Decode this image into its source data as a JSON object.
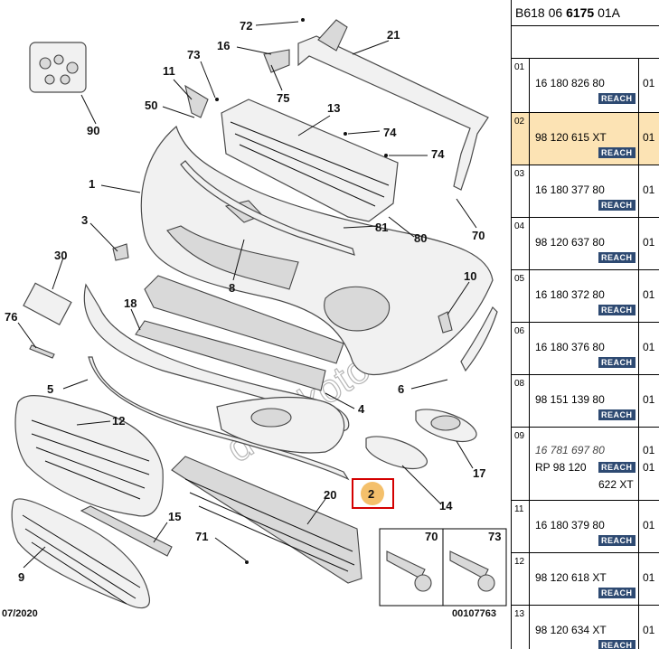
{
  "diagram": {
    "callouts": [
      "72",
      "21",
      "16",
      "73",
      "11",
      "75",
      "50",
      "13",
      "74",
      "74",
      "90",
      "1",
      "3",
      "81",
      "80",
      "70",
      "8",
      "30",
      "10",
      "76",
      "18",
      "5",
      "6",
      "4",
      "12",
      "17",
      "14",
      "2",
      "20",
      "15",
      "71",
      "70",
      "73",
      "9"
    ],
    "highlighted_callout": "2",
    "footer_date": "07/2020",
    "footer_code": "00107763",
    "watermark": "duyukoto.com"
  },
  "reference": {
    "prefix": "B618 06 ",
    "number": "6175",
    "suffix": " 01A",
    "badge": "REACH",
    "rows": [
      {
        "idx": "01",
        "lines": [
          {
            "pn": "16 180 826 80",
            "qty": "01"
          }
        ]
      },
      {
        "idx": "02",
        "lines": [
          {
            "pn": "98 120 615 XT",
            "qty": "01"
          }
        ],
        "selected": true
      },
      {
        "idx": "03",
        "lines": [
          {
            "pn": "16 180 377 80",
            "qty": "01"
          }
        ]
      },
      {
        "idx": "04",
        "lines": [
          {
            "pn": "98 120 637 80",
            "qty": "01"
          }
        ]
      },
      {
        "idx": "05",
        "lines": [
          {
            "pn": "16 180 372 80",
            "qty": "01"
          }
        ]
      },
      {
        "idx": "06",
        "lines": [
          {
            "pn": "16 180 376 80",
            "qty": "01"
          }
        ]
      },
      {
        "idx": "08",
        "lines": [
          {
            "pn": "98 151 139 80",
            "qty": "01"
          }
        ]
      },
      {
        "idx": "09",
        "lines": [
          {
            "pn": "16 781 697 80",
            "qty": "01",
            "alt": true
          },
          {
            "pn": "RP 98 120",
            "qty": "01"
          },
          {
            "pn": "622 XT",
            "qty": ""
          }
        ]
      },
      {
        "idx": "11",
        "lines": [
          {
            "pn": "16 180 379 80",
            "qty": "01"
          }
        ]
      },
      {
        "idx": "12",
        "lines": [
          {
            "pn": "98 120 618 XT",
            "qty": "01"
          }
        ]
      },
      {
        "idx": "13",
        "lines": [
          {
            "pn": "98 120 634 XT",
            "qty": "01"
          }
        ]
      }
    ]
  }
}
